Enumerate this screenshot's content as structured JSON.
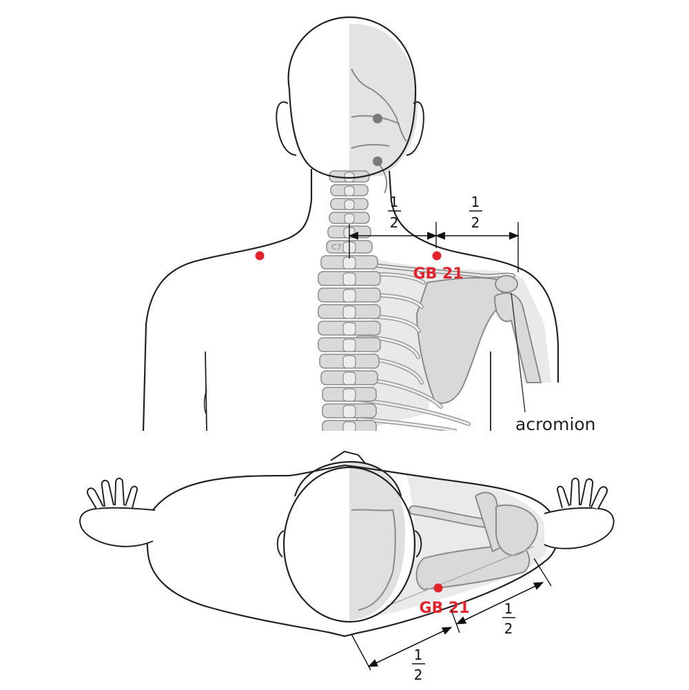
{
  "colors": {
    "point": "#e3222a",
    "label": "#e3222a",
    "outline": "#222222",
    "bone_fill": "#d9d9d9",
    "bone_stroke": "#8a8a8a",
    "shade": "#e6e6e6",
    "marker": "#7a7a7a"
  },
  "labels": {
    "point_top": "GB 21",
    "point_bottom": "GB 21",
    "acromion": "acromion",
    "c7": "C7"
  },
  "fractions": {
    "top_left": {
      "num": "1",
      "den": "2"
    },
    "top_right": {
      "num": "1",
      "den": "2"
    },
    "bottom_right": {
      "num": "1",
      "den": "2"
    },
    "bottom_left": {
      "num": "1",
      "den": "2"
    }
  },
  "icons": {
    "acupoint": "red-dot-icon",
    "landmark": "grey-dot-icon"
  }
}
